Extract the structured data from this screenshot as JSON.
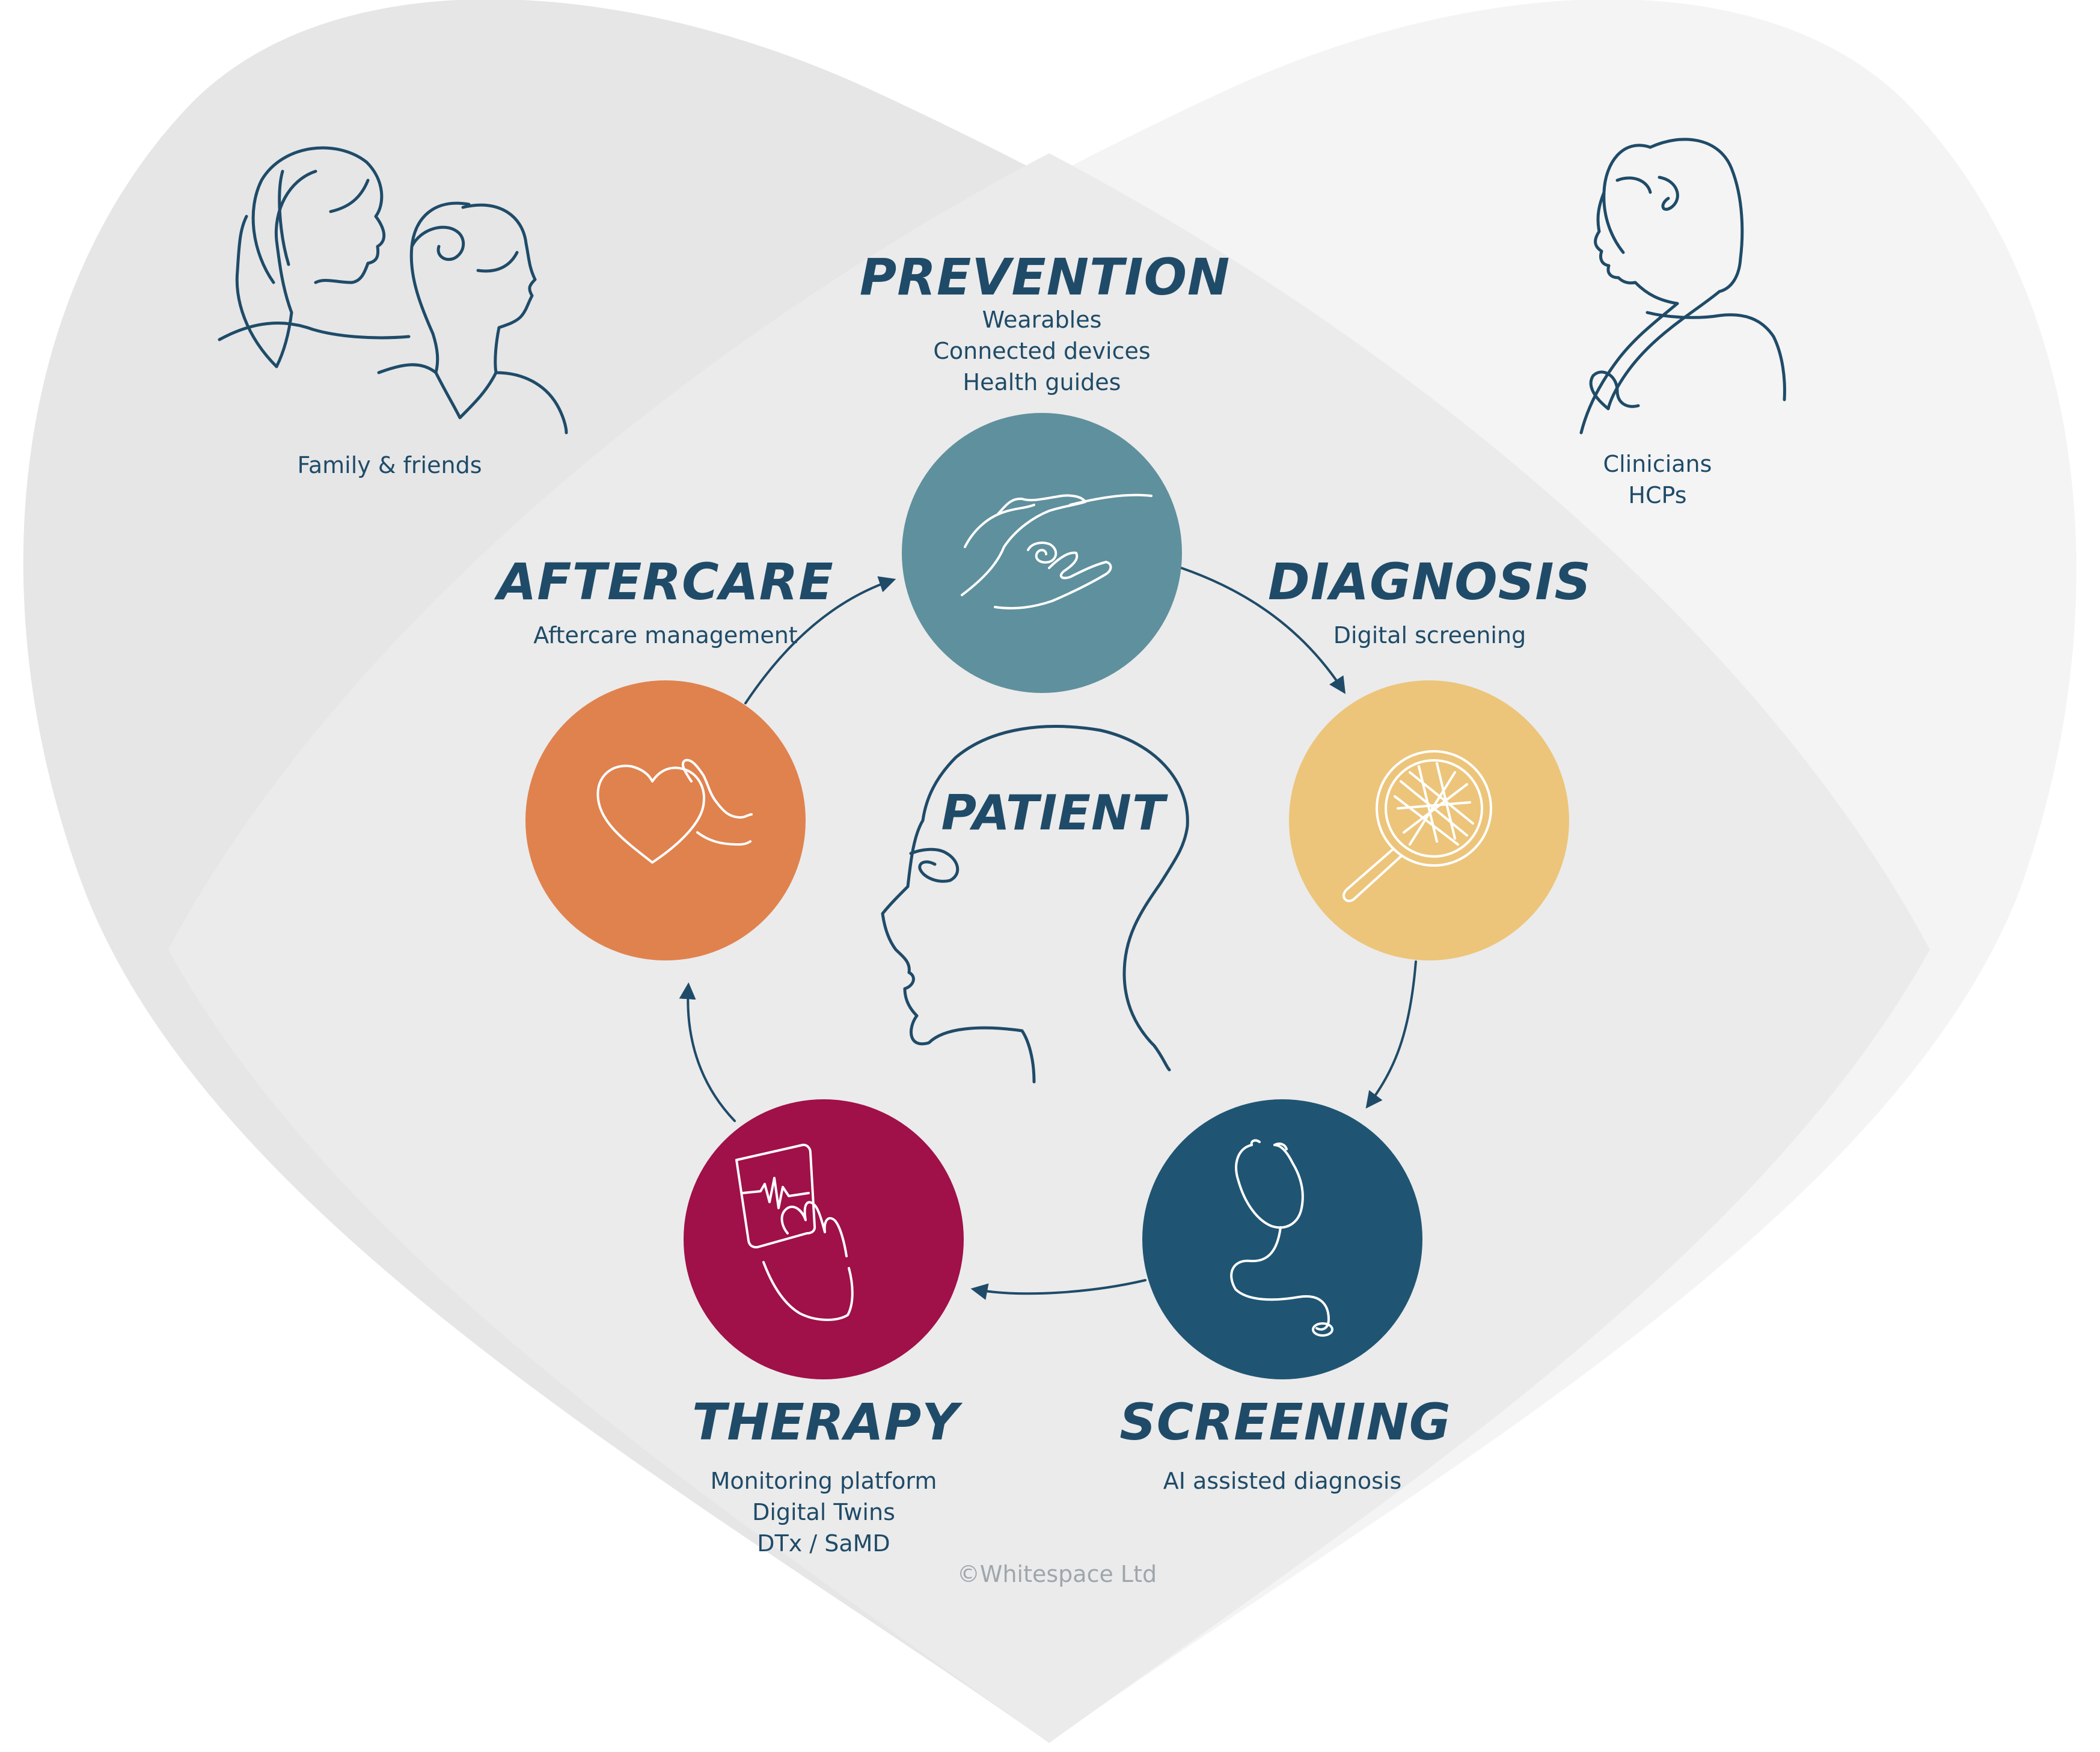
{
  "colors": {
    "ink": "#1f4b68",
    "left_lobe": "#e6e6e7",
    "right_lobe": "#f4f4f4",
    "overlap": "#ebebeb",
    "prevention": "#5f909d",
    "diagnosis": "#ecc57b",
    "screening": "#1f5573",
    "therapy": "#a01049",
    "aftercare": "#e0824e",
    "copyright": "#9ea6ad"
  },
  "groups": {
    "family": {
      "label": "Family & friends",
      "icon": "family-figures"
    },
    "clinicians": {
      "lines": [
        "Clinicians",
        "HCPs"
      ],
      "icon": "clinician-figure"
    }
  },
  "center": {
    "label": "PATIENT",
    "icon": "patient-head"
  },
  "stages": {
    "prevention": {
      "title": "PREVENTION",
      "lines": [
        "Wearables",
        "Connected devices",
        "Health guides"
      ],
      "icon": "protecting-hands-icon"
    },
    "diagnosis": {
      "title": "DIAGNOSIS",
      "lines": [
        "Digital screening"
      ],
      "icon": "magnifier-icon"
    },
    "screening": {
      "title": "SCREENING",
      "lines": [
        "AI assisted diagnosis"
      ],
      "icon": "stethoscope-icon"
    },
    "therapy": {
      "title": "THERAPY",
      "lines": [
        "Monitoring platform",
        "Digital Twins",
        "DTx / SaMD"
      ],
      "icon": "tablet-touch-icon"
    },
    "aftercare": {
      "title": "AFTERCARE",
      "lines": [
        "Aftercare management"
      ],
      "icon": "heart-hand-icon"
    }
  },
  "copyright": "©Whitespace Ltd"
}
